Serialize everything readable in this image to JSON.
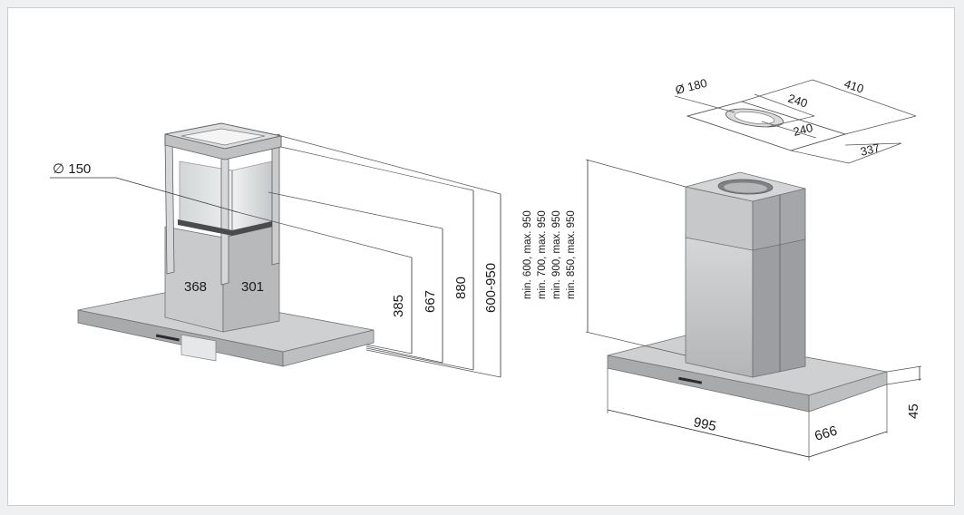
{
  "colors": {
    "background": "#eef0f1",
    "panel": "#ffffff",
    "steel_light": "#d9dadb",
    "steel_mid": "#b9babc",
    "steel_dark": "#8f9194",
    "glass": "#e4e6e7"
  },
  "left_view": {
    "duct_label": "∅ 150",
    "width_label": "368",
    "depth_label": "301",
    "heights": [
      "385",
      "667",
      "880",
      "600-950"
    ]
  },
  "right_view": {
    "outlet_label": "Ø 180",
    "top_dims": [
      "410",
      "240",
      "240",
      "337"
    ],
    "height_ranges": [
      "min. 600, max. 950",
      "min. 700, max. 950",
      "min. 900, max. 950",
      "min. 850, max. 950"
    ],
    "width_label": "995",
    "depth_label": "666",
    "thickness_label": "45"
  }
}
